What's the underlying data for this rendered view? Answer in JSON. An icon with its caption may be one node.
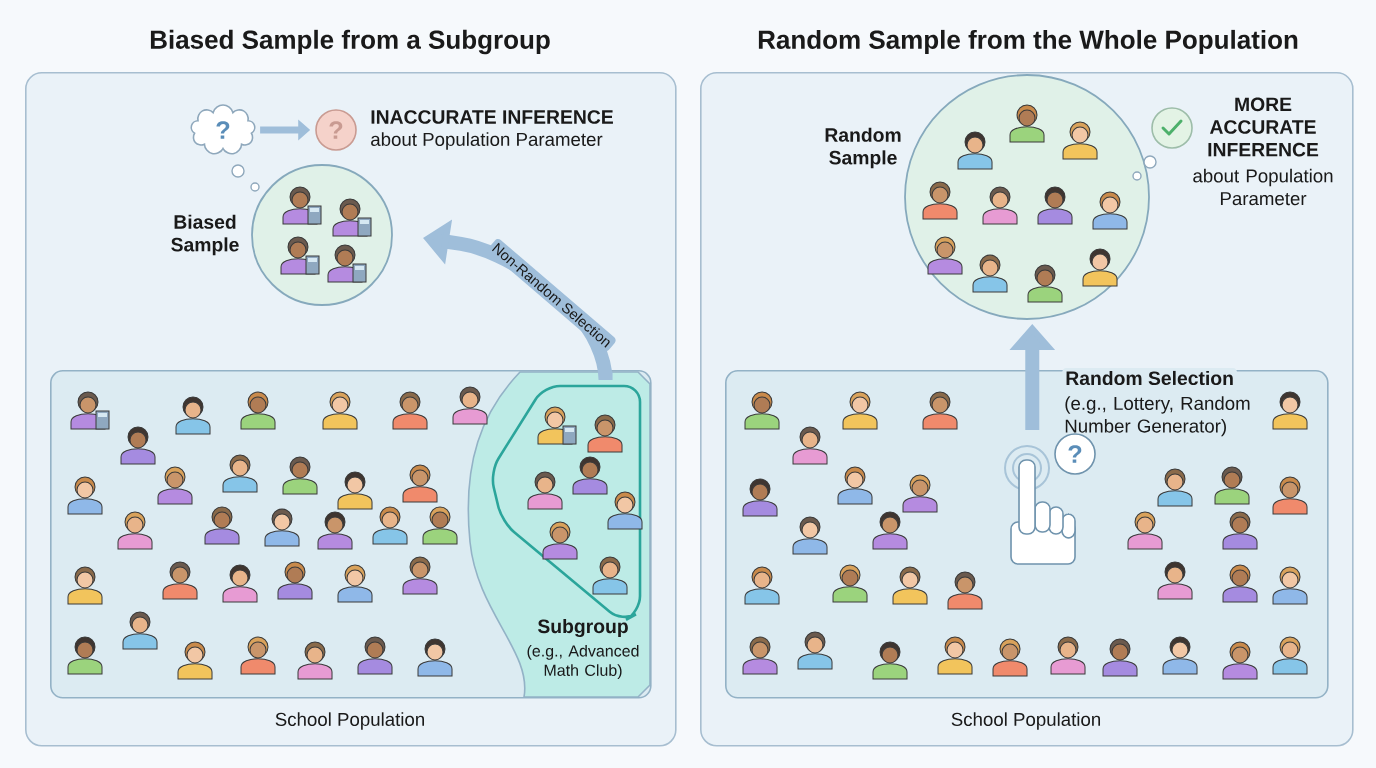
{
  "diagram": {
    "nodes": [
      {
        "text": [
          "Biased Sample from a Subgroup"
        ]
      },
      {
        "text": [
          "School Population"
        ],
        "in": 0
      },
      {
        "text": [
          "Subgroup",
          "(e.g., Advanced Math Club)"
        ],
        "in": 1
      },
      {
        "text": [
          "Biased Sample"
        ],
        "in": 0
      },
      {
        "text": [
          "?"
        ],
        "in": 0
      },
      {
        "text": [
          "?"
        ],
        "in": 0,
        "beside": [
          "INACCURATE INFERENCE",
          "about Population Parameter"
        ]
      },
      {
        "text": [
          "Random Sample from the Whole Population"
        ]
      },
      {
        "text": [
          "School Population"
        ],
        "in": 6
      },
      {
        "text": [
          "Random Sample"
        ],
        "in": 6
      },
      {
        "text": [],
        "shape": "circle",
        "in": 6,
        "beside": [
          "MORE ACCURATE INFERENCE",
          "about Population Parameter"
        ]
      },
      {
        "text": [
          "?"
        ],
        "in": 7
      }
    ],
    "edges": [
      {
        "from": 2,
        "to": 3,
        "arrow": "to",
        "label": "Non-Random Selection"
      },
      {
        "from": 4,
        "to": 5,
        "arrow": "to"
      },
      {
        "from": 10,
        "to": 8,
        "arrow": "to",
        "label": "Random Selection"
      }
    ],
    "labels": [
      "(e.g., Lottery, Random Number Generator)"
    ]
  }
}
